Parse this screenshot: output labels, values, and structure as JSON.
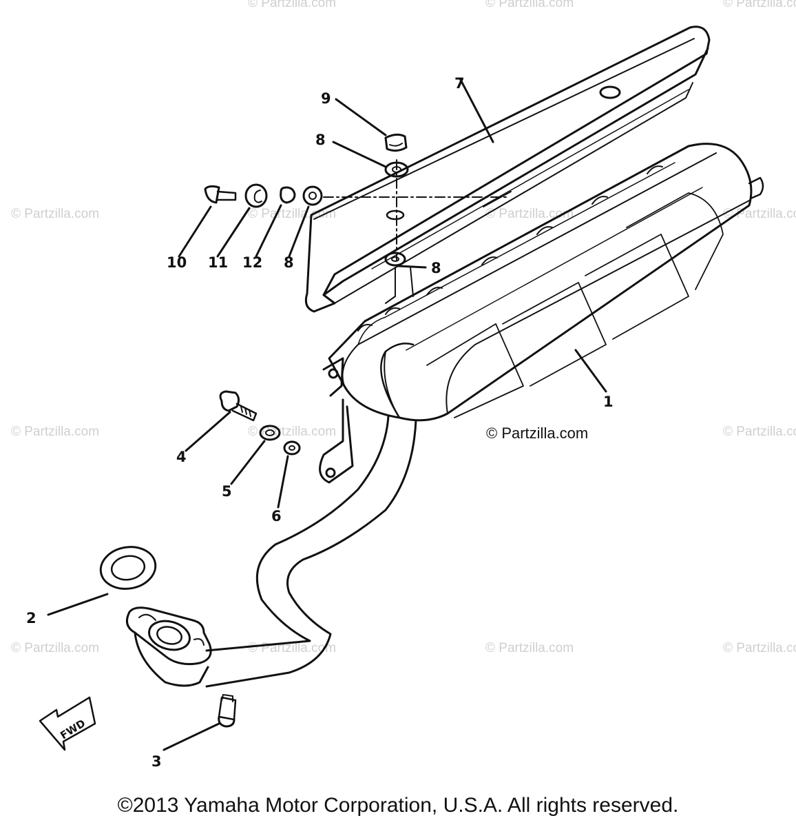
{
  "diagram": {
    "callouts": [
      "1",
      "2",
      "3",
      "4",
      "5",
      "6",
      "7",
      "8",
      "8",
      "9",
      "10",
      "11",
      "12",
      "8"
    ],
    "fwd_label": "FWD"
  },
  "watermarks": {
    "faint": "© Partzilla.com",
    "strong": "© Partzilla.com"
  },
  "footer": {
    "copyright": "©2013 Yamaha Motor Corporation, U.S.A. All rights reserved."
  }
}
